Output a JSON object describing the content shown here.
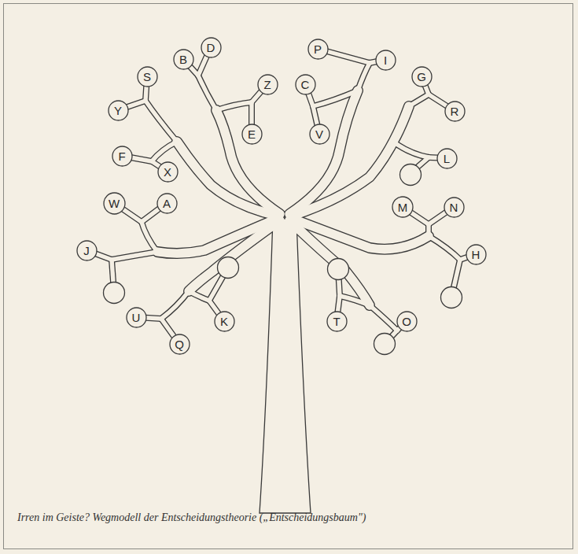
{
  "diagram": {
    "caption": "Irren im Geiste? Wegmodell der Entscheidungstheorie („Entscheidungsbaum\")",
    "nodes": [
      {
        "text": [
          "D"
        ]
      },
      {
        "text": [
          "P"
        ]
      },
      {
        "text": [
          "B"
        ]
      },
      {
        "text": [
          "I"
        ]
      },
      {
        "text": [
          "S"
        ]
      },
      {
        "text": [
          "G"
        ]
      },
      {
        "text": [
          "Z"
        ]
      },
      {
        "text": [
          "C"
        ]
      },
      {
        "text": [
          "Y"
        ]
      },
      {
        "text": [
          "R"
        ]
      },
      {
        "text": [
          "E"
        ]
      },
      {
        "text": [
          "V"
        ]
      },
      {
        "text": [
          "F"
        ]
      },
      {
        "text": [
          "L"
        ]
      },
      {
        "text": [
          "X"
        ]
      },
      {
        "text": [
          "W"
        ]
      },
      {
        "text": [
          "A"
        ]
      },
      {
        "text": [
          "M"
        ]
      },
      {
        "text": [
          "N"
        ]
      },
      {
        "text": [
          "J"
        ]
      },
      {
        "text": [
          "H"
        ]
      },
      {
        "text": [
          "U"
        ]
      },
      {
        "text": [
          "K"
        ]
      },
      {
        "text": [
          "T"
        ]
      },
      {
        "text": [
          "O"
        ]
      },
      {
        "text": [
          "Q"
        ]
      }
    ]
  }
}
